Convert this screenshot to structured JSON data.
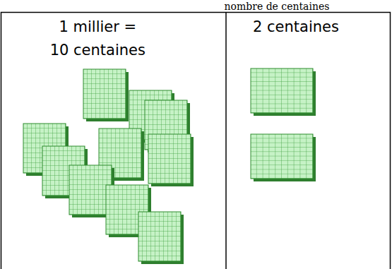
{
  "diagram": {
    "nodes": [
      {
        "text": [
          "1 millier = 10 centaines"
        ]
      },
      {
        "text": [
          "2 centaines"
        ]
      }
    ],
    "labels": [
      "nombre de centaines"
    ]
  }
}
